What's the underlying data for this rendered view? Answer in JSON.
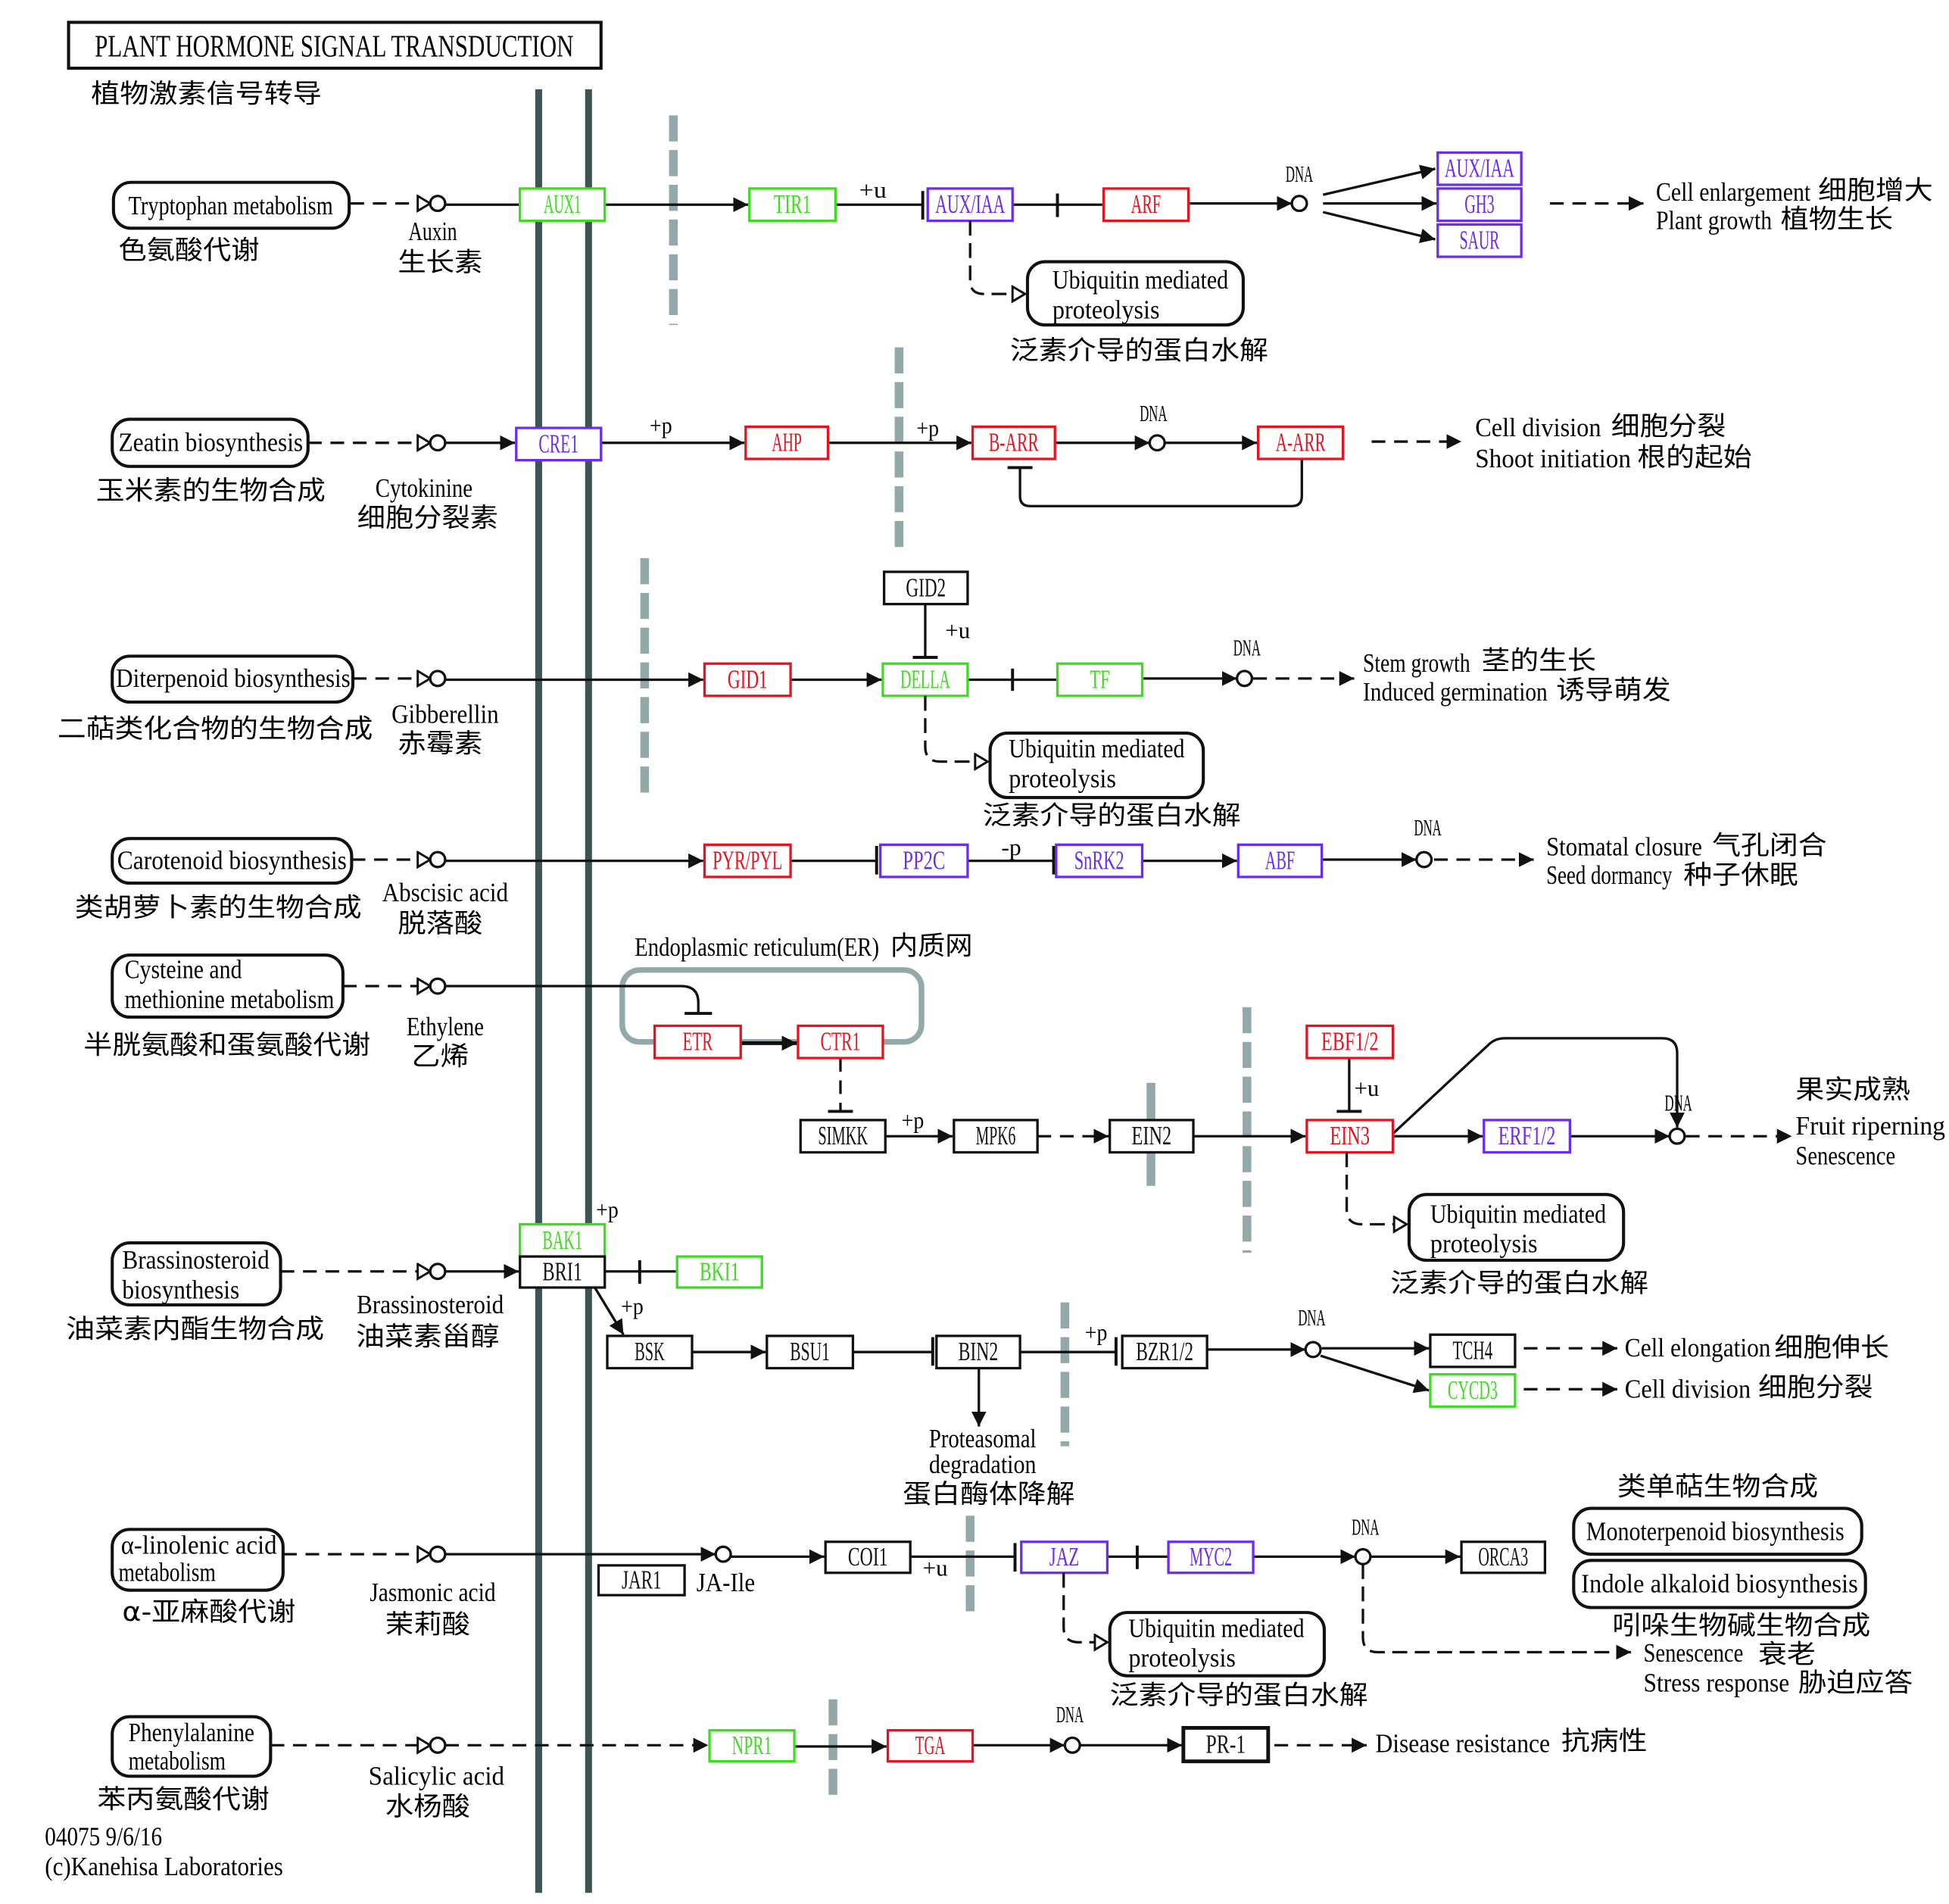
{
  "header": {
    "title": "PLANT HORMONE SIGNAL TRANSDUCTION",
    "subtitle_cn": "植物激素信号转导"
  },
  "common": {
    "dna_label": "DNA"
  },
  "colors": {
    "green": "#3ddc20",
    "red": "#e8121e",
    "purple": "#6a2cf0",
    "black": "#111111",
    "membrane": "#3d5454",
    "compartment": "#93a8a8"
  },
  "rows": [
    {
      "source_pathway": {
        "lines": [
          "Tryptophan metabolism"
        ],
        "cn": "色氨酸代谢"
      },
      "hormone": {
        "name": "Auxin",
        "cn": "生长素"
      },
      "genes": {
        "aux1": {
          "label": "AUX1",
          "color": "#3ddc20"
        },
        "tir1": {
          "label": "TIR1",
          "color": "#3ddc20"
        },
        "aux_iaa": {
          "label": "AUX/IAA",
          "color": "#6a2cf0"
        },
        "arf": {
          "label": "ARF",
          "color": "#e8121e"
        },
        "aux_iaa_2": {
          "label": "AUX/IAA",
          "color": "#6a2cf0"
        },
        "gh3": {
          "label": "GH3",
          "color": "#6a2cf0"
        },
        "saur": {
          "label": "SAUR",
          "color": "#6a2cf0"
        }
      },
      "edge_labels": {
        "tir1_aux_iaa": "+u"
      },
      "linked_pathway": {
        "lines": [
          "Ubiquitin mediated",
          "proteolysis"
        ],
        "cn": "泛素介导的蛋白水解"
      },
      "outcomes": [
        {
          "en": "Cell enlargement",
          "cn": "细胞增大"
        },
        {
          "en": "Plant growth",
          "cn": "植物生长"
        }
      ]
    },
    {
      "source_pathway": {
        "lines": [
          "Zeatin biosynthesis"
        ],
        "cn": "玉米素的生物合成"
      },
      "hormone": {
        "name": "Cytokinine",
        "cn": "细胞分裂素"
      },
      "genes": {
        "cre1": {
          "label": "CRE1",
          "color": "#6a2cf0"
        },
        "ahp": {
          "label": "AHP",
          "color": "#e8121e"
        },
        "b_arr": {
          "label": "B-ARR",
          "color": "#e8121e"
        },
        "a_arr": {
          "label": "A-ARR",
          "color": "#e8121e"
        }
      },
      "edge_labels": {
        "cre1_ahp": "+p",
        "ahp_b_arr": "+p"
      },
      "outcomes": [
        {
          "en": "Cell division",
          "cn": "细胞分裂"
        },
        {
          "en": "Shoot initiation",
          "cn": "根的起始"
        }
      ]
    },
    {
      "source_pathway": {
        "lines": [
          "Diterpenoid biosynthesis"
        ],
        "cn": "二萜类化合物的生物合成"
      },
      "hormone": {
        "name": "Gibberellin",
        "cn": "赤霉素"
      },
      "genes": {
        "gid1": {
          "label": "GID1",
          "color": "#e8121e"
        },
        "gid2": {
          "label": "GID2",
          "color": "#111111"
        },
        "della": {
          "label": "DELLA",
          "color": "#3ddc20"
        },
        "tf": {
          "label": "TF",
          "color": "#3ddc20"
        }
      },
      "edge_labels": {
        "gid2_della": "+u"
      },
      "linked_pathway": {
        "lines": [
          "Ubiquitin mediated",
          "proteolysis"
        ],
        "cn": "泛素介导的蛋白水解"
      },
      "outcomes": [
        {
          "en": "Stem growth",
          "cn": "茎的生长"
        },
        {
          "en": "Induced germination",
          "cn": "诱导萌发"
        }
      ]
    },
    {
      "source_pathway": {
        "lines": [
          "Carotenoid biosynthesis"
        ],
        "cn": "类胡萝卜素的生物合成"
      },
      "hormone": {
        "name": "Abscisic acid",
        "cn": "脱落酸"
      },
      "genes": {
        "pyr_pyl": {
          "label": "PYR/PYL",
          "color": "#e8121e"
        },
        "pp2c": {
          "label": "PP2C",
          "color": "#6a2cf0"
        },
        "snrk2": {
          "label": "SnRK2",
          "color": "#6a2cf0"
        },
        "abf": {
          "label": "ABF",
          "color": "#6a2cf0"
        }
      },
      "edge_labels": {
        "pp2c_snrk2": "-p"
      },
      "outcomes": [
        {
          "en": "Stomatal closure",
          "cn": "气孔闭合"
        },
        {
          "en": "Seed dormancy",
          "cn": "种子休眠"
        }
      ]
    },
    {
      "source_pathway": {
        "lines": [
          "Cysteine and",
          "methionine metabolism"
        ],
        "cn": "半胱氨酸和蛋氨酸代谢"
      },
      "hormone": {
        "name": "Ethylene",
        "cn": "乙烯"
      },
      "compartment": {
        "en": "Endoplasmic reticulum(ER)",
        "cn": "内质网"
      },
      "genes": {
        "etr": {
          "label": "ETR",
          "color": "#e8121e"
        },
        "ctr1": {
          "label": "CTR1",
          "color": "#e8121e"
        },
        "simkk": {
          "label": "SIMKK",
          "color": "#111111"
        },
        "mpk6": {
          "label": "MPK6",
          "color": "#111111"
        },
        "ein2": {
          "label": "EIN2",
          "color": "#111111"
        },
        "ebf1_2": {
          "label": "EBF1/2",
          "color": "#e8121e"
        },
        "ein3": {
          "label": "EIN3",
          "color": "#e8121e"
        },
        "erf1_2": {
          "label": "ERF1/2",
          "color": "#6a2cf0"
        }
      },
      "edge_labels": {
        "simkk_mpk6": "+p",
        "ebf1_2_ein3": "+u"
      },
      "linked_pathway": {
        "lines": [
          "Ubiquitin mediated",
          "proteolysis"
        ],
        "cn": "泛素介导的蛋白水解"
      },
      "outcome": {
        "cn_title": "果实成熟",
        "lines": [
          "Fruit riperning",
          "Senescence"
        ]
      }
    },
    {
      "source_pathway": {
        "lines": [
          "Brassinosteroid",
          "biosynthesis"
        ],
        "cn": "油菜素内酯生物合成"
      },
      "hormone": {
        "name": "Brassinosteroid",
        "cn": "油菜素甾醇"
      },
      "genes": {
        "bak1": {
          "label": "BAK1",
          "color": "#3ddc20"
        },
        "bri1": {
          "label": "BRI1",
          "color": "#111111"
        },
        "bki1": {
          "label": "BKI1",
          "color": "#3ddc20"
        },
        "bsk": {
          "label": "BSK",
          "color": "#111111"
        },
        "bsu1": {
          "label": "BSU1",
          "color": "#111111"
        },
        "bin2": {
          "label": "BIN2",
          "color": "#111111"
        },
        "bzr1_2": {
          "label": "BZR1/2",
          "color": "#111111"
        },
        "tch4": {
          "label": "TCH4",
          "color": "#111111"
        },
        "cycd3": {
          "label": "CYCD3",
          "color": "#3ddc20"
        }
      },
      "edge_labels": {
        "bak1_bri1": "+p",
        "bri1_bsk": "+p",
        "bin2_bzr1_2": "+p"
      },
      "linked_process": {
        "lines": [
          "Proteasomal",
          "degradation"
        ],
        "cn": "蛋白酶体降解"
      },
      "outcomes": [
        {
          "en": "Cell elongation",
          "cn": "细胞伸长"
        },
        {
          "en": "Cell division",
          "cn": "细胞分裂"
        }
      ]
    },
    {
      "source_pathway": {
        "lines": [
          "α-linolenic acid",
          "metabolism"
        ],
        "cn": "α-亚麻酸代谢"
      },
      "hormone": {
        "name": "Jasmonic acid",
        "cn": "茉莉酸"
      },
      "intermediate": "JA-Ile",
      "genes": {
        "jar1": {
          "label": "JAR1",
          "color": "#111111"
        },
        "coi1": {
          "label": "COI1",
          "color": "#111111"
        },
        "jaz": {
          "label": "JAZ",
          "color": "#6a2cf0"
        },
        "myc2": {
          "label": "MYC2",
          "color": "#6a2cf0"
        },
        "orca3": {
          "label": "ORCA3",
          "color": "#111111"
        }
      },
      "edge_labels": {
        "coi1_jaz": "+u"
      },
      "linked_pathway": {
        "lines": [
          "Ubiquitin mediated",
          "proteolysis"
        ],
        "cn": "泛素介导的蛋白水解"
      },
      "downstream_pathways": {
        "cn_title": "类单萜生物合成",
        "items": [
          "Monoterpenoid biosynthesis",
          "Indole alkaloid biosynthesis"
        ],
        "cn_footer": "吲哚生物碱生物合成"
      },
      "outcomes": [
        {
          "en": "Senescence",
          "cn": "衰老"
        },
        {
          "en": "Stress response",
          "cn": "胁迫应答"
        }
      ]
    },
    {
      "source_pathway": {
        "lines": [
          "Phenylalanine",
          "metabolism"
        ],
        "cn": "苯丙氨酸代谢"
      },
      "hormone": {
        "name": "Salicylic acid",
        "cn": "水杨酸"
      },
      "genes": {
        "npr1": {
          "label": "NPR1",
          "color": "#3ddc20"
        },
        "tga": {
          "label": "TGA",
          "color": "#e8121e"
        },
        "pr_1": {
          "label": "PR-1",
          "color": "#111111"
        }
      },
      "outcomes": [
        {
          "en": "Disease resistance",
          "cn": "抗病性"
        }
      ]
    }
  ],
  "footer": {
    "map_info": "04075 9/6/16",
    "copyright": "(c)Kanehisa Laboratories"
  }
}
